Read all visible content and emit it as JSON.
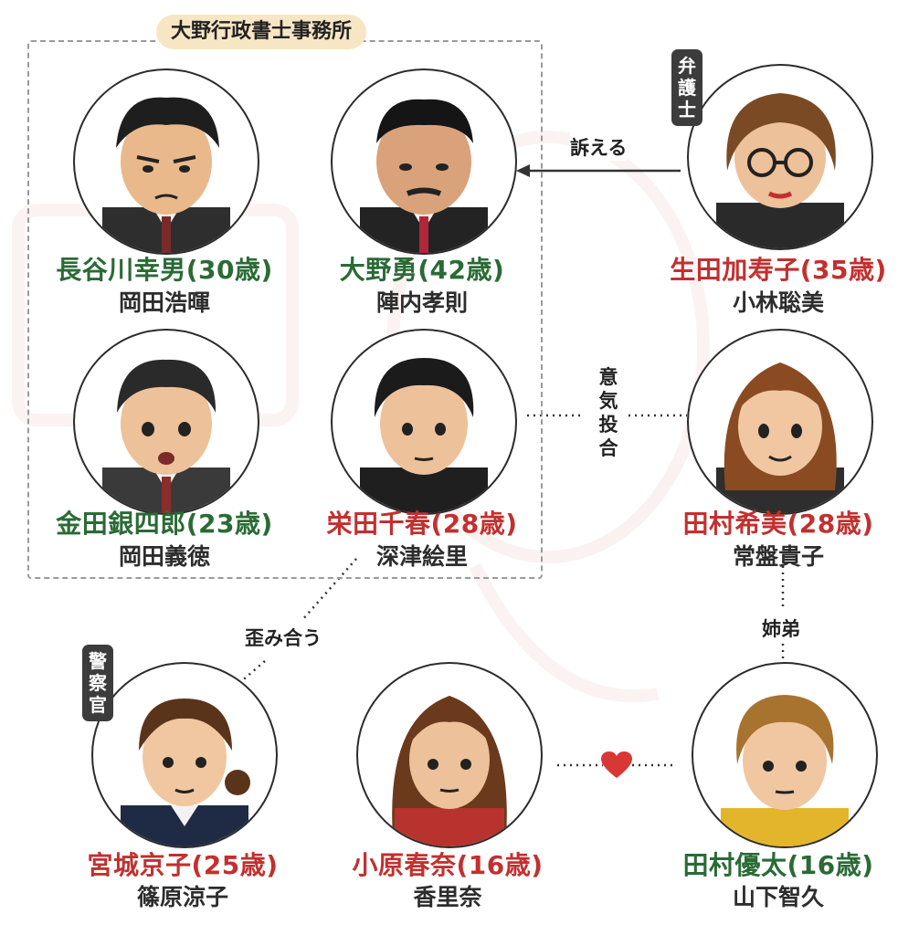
{
  "office": {
    "label": "大野行政書士事務所"
  },
  "characters": [
    {
      "id": "hasegawa",
      "name": "長谷川幸男",
      "age": "(30歳)",
      "actor": "岡田浩暉",
      "name_color": "green"
    },
    {
      "id": "ono",
      "name": "大野勇",
      "age": "(42歳)",
      "actor": "陣内孝則",
      "name_color": "green"
    },
    {
      "id": "ikuta",
      "name": "生田加寿子",
      "age": "(35歳)",
      "actor": "小林聡美",
      "name_color": "red",
      "tag": "弁護士"
    },
    {
      "id": "kaneda",
      "name": "金田銀四郎",
      "age": "(23歳)",
      "actor": "岡田義徳",
      "name_color": "green"
    },
    {
      "id": "yoneda",
      "name": "栄田千春",
      "age": "(28歳)",
      "actor": "深津絵里",
      "name_color": "red"
    },
    {
      "id": "tamura_nozomi",
      "name": "田村希美",
      "age": "(28歳)",
      "actor": "常盤貴子",
      "name_color": "red"
    },
    {
      "id": "miyagi",
      "name": "宮城京子",
      "age": "(25歳)",
      "actor": "篠原涼子",
      "name_color": "red",
      "tag": "警察官"
    },
    {
      "id": "ohara",
      "name": "小原春奈",
      "age": "(16歳)",
      "actor": "香里奈",
      "name_color": "red"
    },
    {
      "id": "tamura_yuta",
      "name": "田村優太",
      "age": "(16歳)",
      "actor": "山下智久",
      "name_color": "green"
    }
  ],
  "relations": {
    "sue": "訴える",
    "kindred": "意気投合",
    "siblings": "姉弟",
    "distorted": "歪み合う",
    "love_icon": "heart-icon"
  },
  "colors": {
    "green": "#2a6b35",
    "red": "#c2302f",
    "label_bg": "#f7e6c4",
    "tag_bg": "#3c3c3c",
    "heart": "#d93636"
  }
}
